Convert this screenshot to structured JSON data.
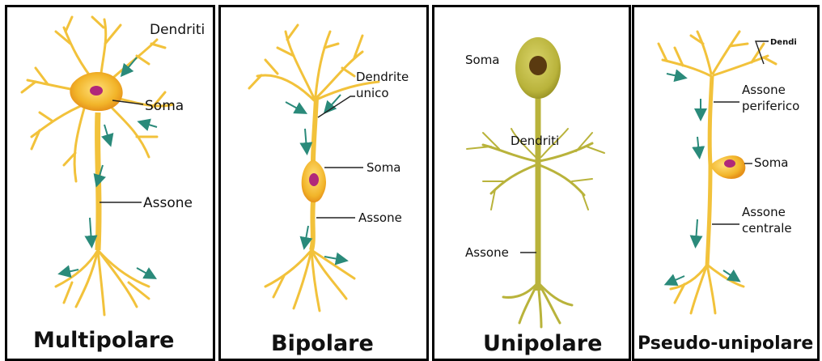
{
  "panels": [
    {
      "title": "Multipolare",
      "labels": {
        "dendrites": "Dendriti",
        "soma": "Soma",
        "axon": "Assone"
      }
    },
    {
      "title": "Bipolare",
      "labels": {
        "dendrite_line1": "Dendrite",
        "dendrite_line2": "unico",
        "soma": "Soma",
        "axon": "Assone"
      }
    },
    {
      "title": "Unipolare",
      "labels": {
        "soma": "Soma",
        "dendrites": "Dendriti",
        "axon": "Assone"
      }
    },
    {
      "title": "Pseudo-unipolare",
      "labels": {
        "dendrites": "Dendi",
        "peripheral_line1": "Assone",
        "peripheral_line2": "periferico",
        "soma": "Soma",
        "central_line1": "Assone",
        "central_line2": "centrale"
      }
    }
  ],
  "colors": {
    "neuron_yellow": "#f2c23b",
    "neuron_orange": "#e89a1a",
    "unipolar_olive": "#b9b33b",
    "nucleus_purple": "#b0287a",
    "arrow_teal": "#2a8a7a"
  }
}
